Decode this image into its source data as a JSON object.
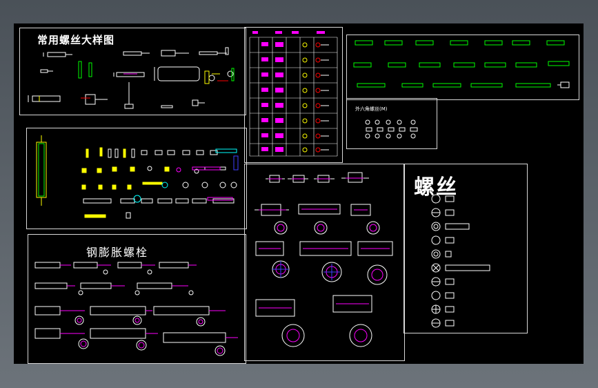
{
  "drawing": {
    "titles": {
      "screw_detail": "常用螺丝大样图",
      "expansion_bolt": "钢膨胀螺栓",
      "hex_socket": "外六角螺丝(M)",
      "screw": "螺丝"
    },
    "colors": {
      "background": "#000000",
      "frame": "#d9d9d9",
      "line_white": "#ffffff",
      "yellow": "#ffff00",
      "green": "#00ff00",
      "magenta": "#ff00ff",
      "cyan": "#00ffff",
      "red": "#ff0000",
      "blue": "#4040ff"
    }
  }
}
